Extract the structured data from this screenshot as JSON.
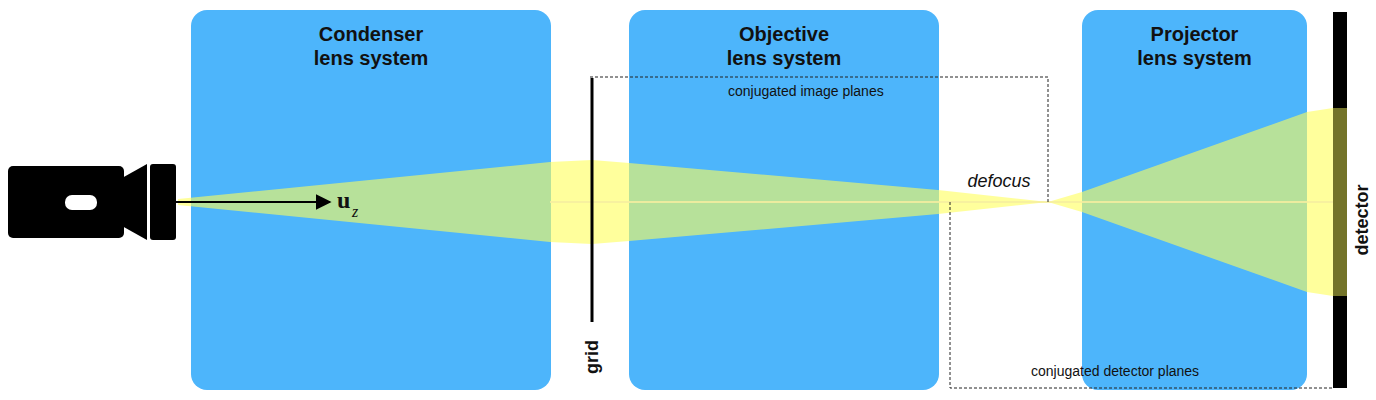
{
  "diagram": {
    "nodes": [
      {
        "text": [
          "Condenser lens system"
        ]
      },
      {
        "text": [
          "Objective lens system"
        ]
      },
      {
        "text": [
          "Projector lens system"
        ]
      }
    ],
    "labels": [
      "u",
      "z",
      "grid",
      "conjugated image planes",
      "defocus",
      "conjugated detector planes",
      "detector"
    ]
  }
}
